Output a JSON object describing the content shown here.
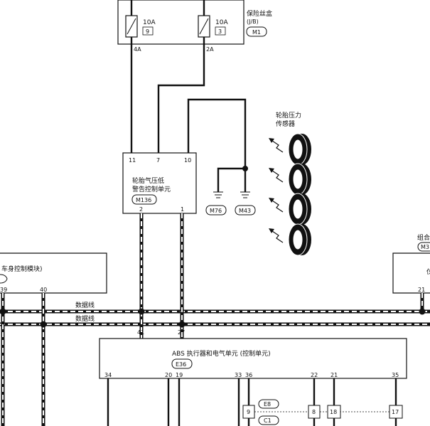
{
  "fuse_box": {
    "title": "保险丝盒",
    "subtitle": "(J/B)",
    "connector": "M1",
    "fuses": [
      {
        "amp": "10A",
        "num": "9",
        "pin": "4A"
      },
      {
        "amp": "10A",
        "num": "3",
        "pin": "2A"
      }
    ]
  },
  "tpms_unit": {
    "line1": "轮胎气压低",
    "line2": "警告控制单元",
    "connector": "M136",
    "top_pins": [
      "11",
      "7",
      "10"
    ],
    "bottom_pins": [
      "2",
      "1"
    ]
  },
  "sensor": {
    "line1": "轮胎压力",
    "line2": "传感器"
  },
  "grounds": [
    "M76",
    "M43"
  ],
  "bcm": {
    "label": "车身控制模块)",
    "pins": [
      "39",
      "40"
    ]
  },
  "right_module": {
    "label": "组合",
    "connector": "M3",
    "pin": "21"
  },
  "data_lines": [
    "数据线",
    "数据线"
  ],
  "abs_unit": {
    "label": "ABS 执行器和电气单元 (控制单元)",
    "connector": "E36",
    "top_pins": [
      "41",
      "27"
    ],
    "bottom_pins": [
      "34",
      "20",
      "19",
      "33",
      "36",
      "22",
      "21",
      "35"
    ]
  },
  "joint_connectors": {
    "labels": [
      "E8",
      "C1"
    ],
    "pins": [
      "9",
      "8",
      "18",
      "17"
    ]
  }
}
